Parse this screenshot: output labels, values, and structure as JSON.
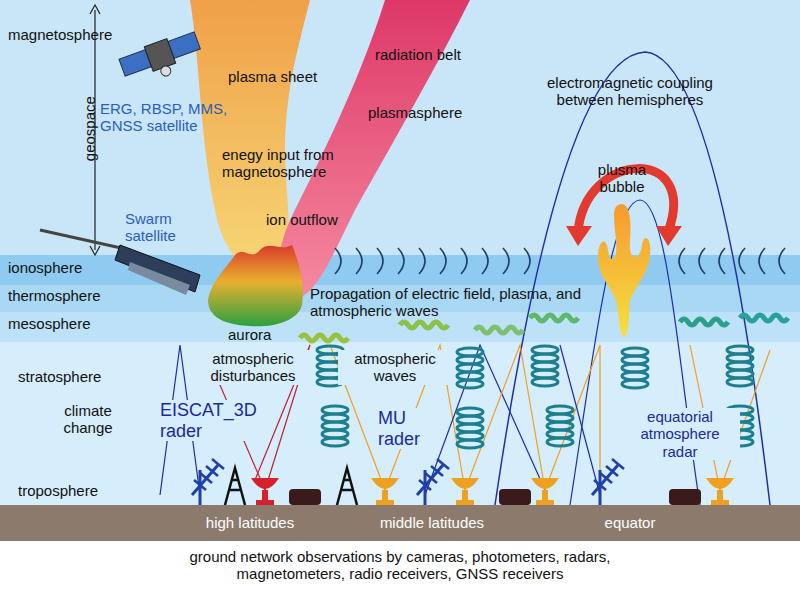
{
  "diagram": {
    "caption": "ground network observations by cameras, photometers, radars, magnetometers, radio receivers, GNSS receivers",
    "labels": [
      "magnetosphere",
      "geospace",
      "ERG, RBSP, MMS, GNSS satellite",
      "plasma sheet",
      "radiation belt",
      "plasmasphere",
      "electromagnetic coupling between hemispheres",
      "enegy input from magnetosphere",
      "plusma bubble",
      "Swarm satellite",
      "ion outflow",
      "ionosphere",
      "thermosphere",
      "mesosphere",
      "Propagation of electric field, plasma, and atmospheric waves",
      "aurora",
      "atmospheric disturbances",
      "atmospheric waves",
      "stratosphere",
      "EISCAT_3D rader",
      "climate change",
      "MU rader",
      "equatorial atmosphere radar",
      "troposphere",
      "high latitudes",
      "middle latitudes",
      "equator"
    ]
  }
}
